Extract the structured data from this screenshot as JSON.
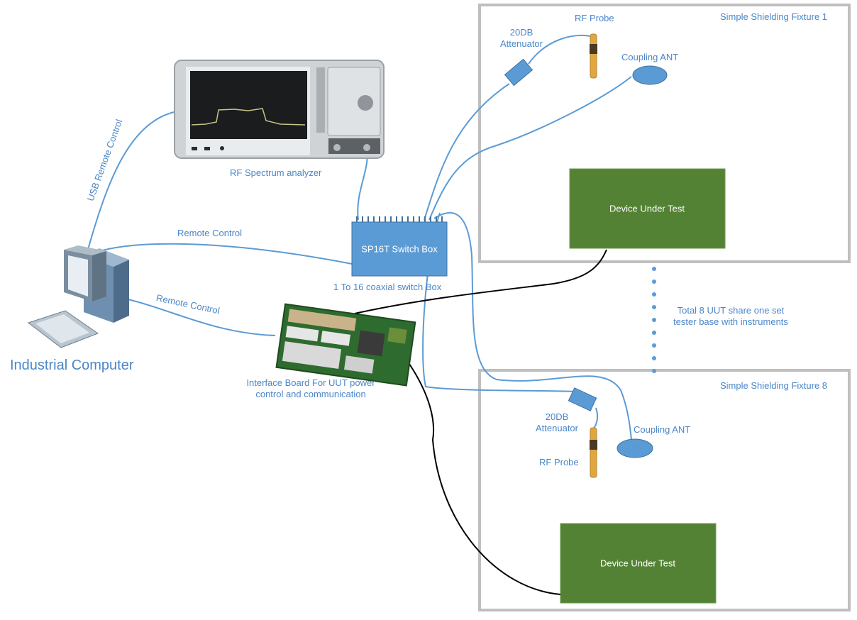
{
  "fixtures": [
    {
      "label": "Simple Shielding Fixture 1",
      "dut_label": "Device Under Test"
    },
    {
      "label": "Simple Shielding Fixture 8",
      "dut_label": "Device Under Test"
    }
  ],
  "fixture1_labels": {
    "attenuator": "20DB\nAttenuator",
    "rf_probe": "RF Probe",
    "coupling_ant": "Coupling ANT"
  },
  "fixture8_labels": {
    "attenuator": "20DB\nAttenuator",
    "rf_probe": "RF Probe",
    "coupling_ant": "Coupling ANT"
  },
  "spectrum_analyzer": {
    "label": "RF Spectrum analyzer"
  },
  "switch_box": {
    "title": "SP16T Switch Box",
    "caption": "1 To 16 coaxial switch Box"
  },
  "interface_board": {
    "label": "Interface Board For UUT power\ncontrol and communication"
  },
  "computer": {
    "label": "Industrial Computer"
  },
  "connections": {
    "usb": "USB Remote Control",
    "remote1": "Remote Control",
    "remote2": "Remote Control"
  },
  "note": "Total 8 UUT share one set\ntester base with instruments",
  "colors": {
    "label_blue": "#4a86c8",
    "wire_blue": "#5b9bd5",
    "switch_fill": "#5b9bd5",
    "dut_fill": "#548235",
    "fixture_border": "#bfbfbf",
    "wire_black": "#000000"
  }
}
